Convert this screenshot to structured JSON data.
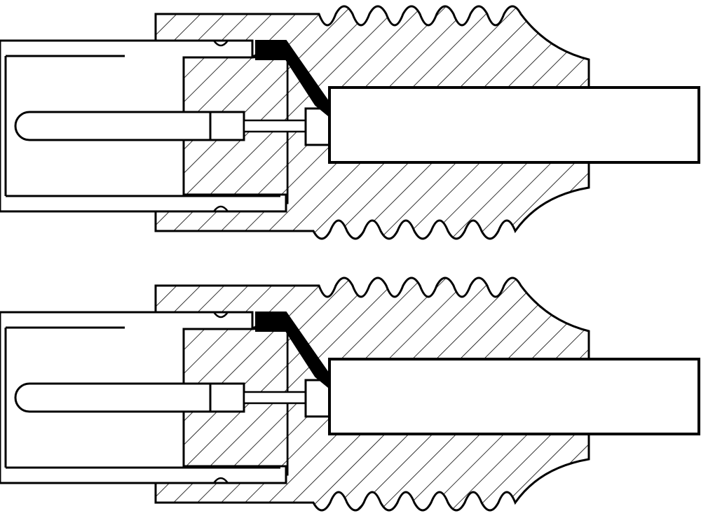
{
  "diagram": {
    "style": "cross-section line drawing with diagonal hatching",
    "colors": {
      "outline": "#000000",
      "hatch": "#000000",
      "fill": "#ffffff",
      "seal": "#000000"
    },
    "connectors": [
      {
        "id": "top"
      },
      {
        "id": "bottom"
      }
    ]
  }
}
